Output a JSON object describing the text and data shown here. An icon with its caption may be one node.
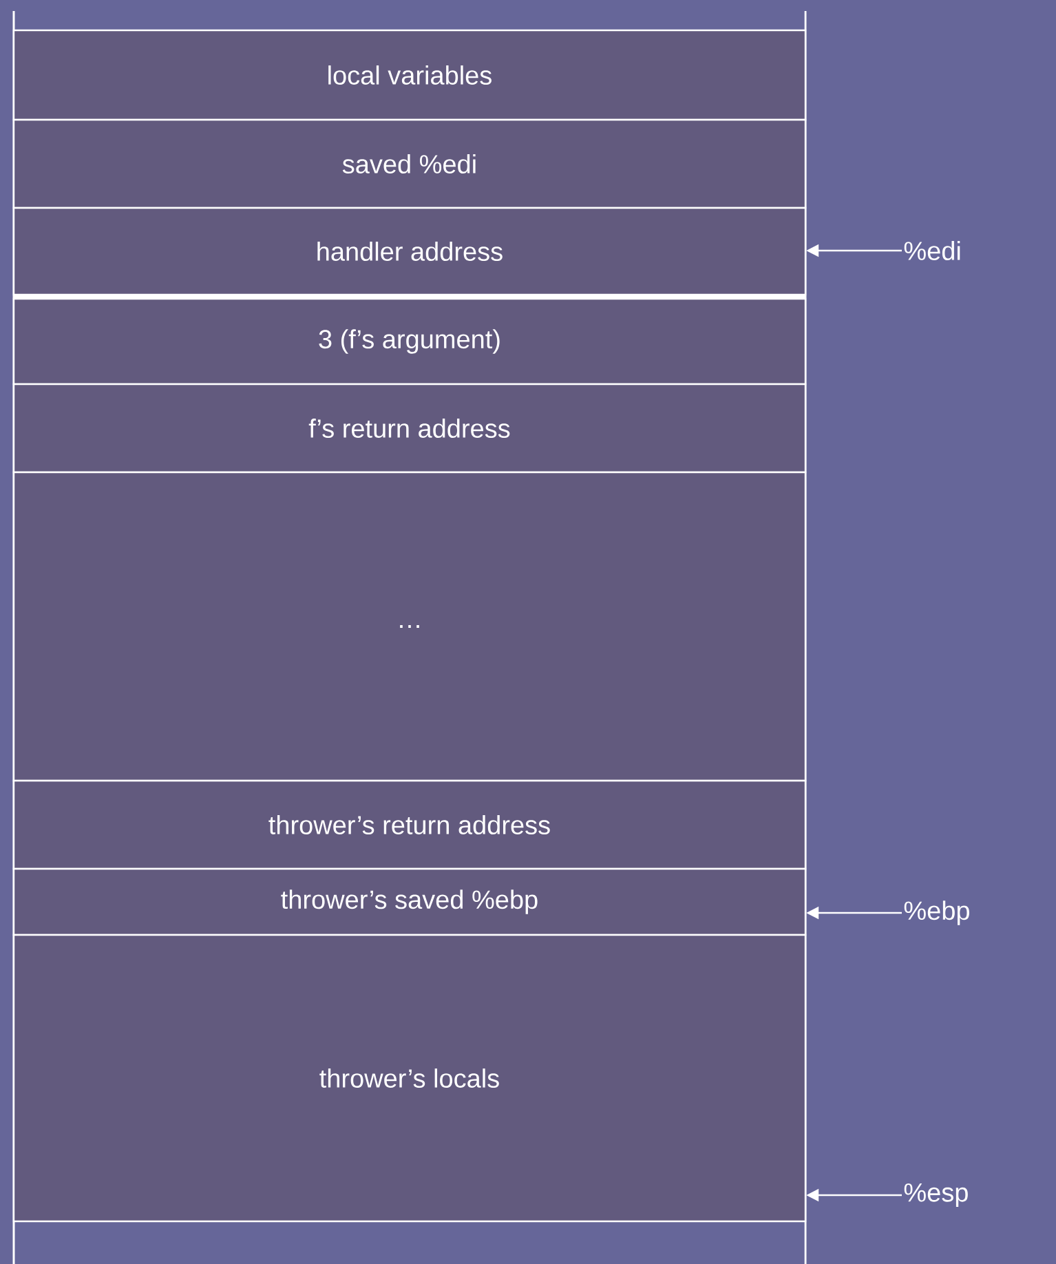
{
  "diagram": {
    "nodes": [
      {
        "text": [
          "local variables"
        ]
      },
      {
        "text": [
          "saved %edi"
        ]
      },
      {
        "text": [
          "handler address"
        ]
      },
      {
        "text": [
          "3  (f’s argument)"
        ]
      },
      {
        "text": [
          "f’s return address"
        ]
      },
      {
        "text": [
          "…"
        ]
      },
      {
        "text": [
          "thrower’s return address"
        ]
      },
      {
        "text": [
          "thrower’s saved %ebp"
        ]
      },
      {
        "text": [
          "thrower’s locals"
        ]
      },
      {
        "text": [
          "%edi"
        ]
      },
      {
        "text": [
          "%ebp"
        ]
      },
      {
        "text": [
          "%esp"
        ]
      }
    ],
    "edges": [
      {
        "from": 9,
        "to": 2,
        "arrow": "to"
      },
      {
        "from": 10,
        "to": 7,
        "arrow": "to"
      },
      {
        "from": 11,
        "to": 8,
        "arrow": "to"
      }
    ]
  }
}
